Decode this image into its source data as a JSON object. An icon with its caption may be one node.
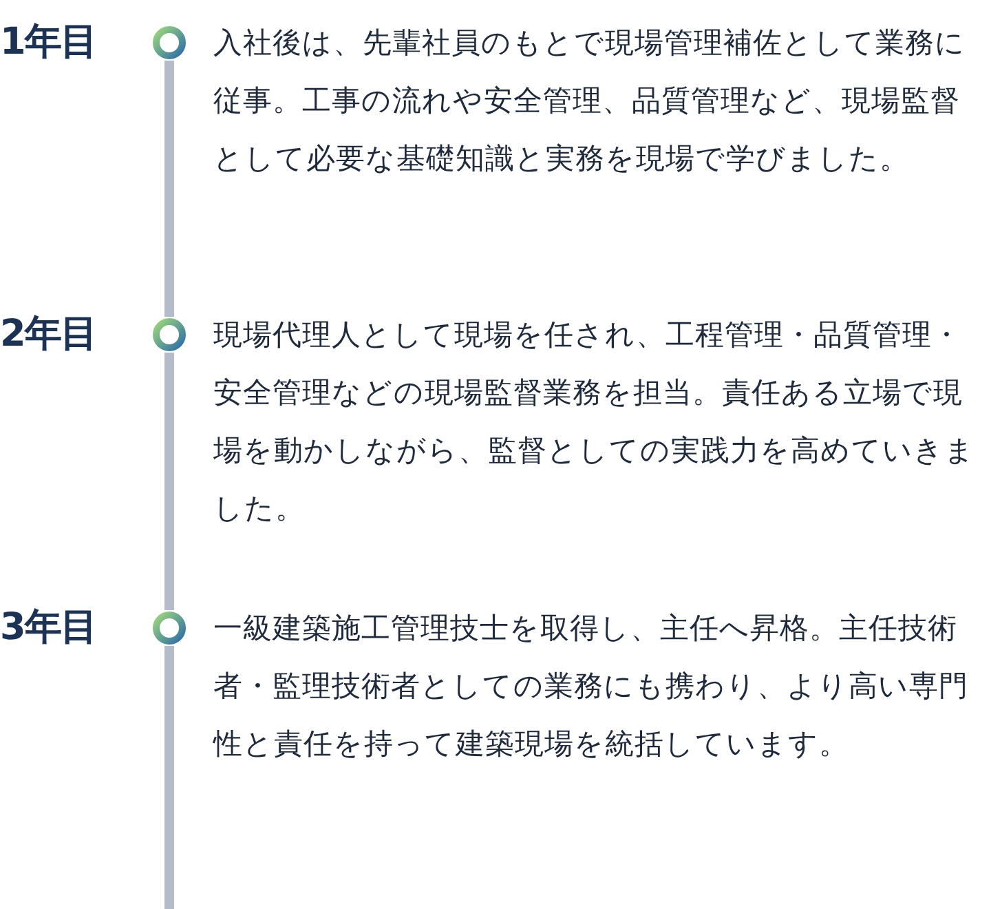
{
  "diagram": {
    "nodes": [
      {
        "text": [],
        "shape": "circle",
        "beside": [
          "1年目",
          "入社後は、先輩社員のもとで現場管理補佐として業務に従事。工事の流れや安全管理、品質管理など、現場監督として必要な基礎知識と実務を現場で学びました。"
        ]
      },
      {
        "text": [],
        "shape": "circle",
        "beside": [
          "2年目",
          "現場代理人として現場を任され、工程管理・品質管理・安全管理などの現場監督業務を担当。責任ある立場で現場を動かしながら、監督としての実践力を高めていきました。"
        ]
      },
      {
        "text": [],
        "shape": "circle",
        "beside": [
          "3年目",
          "一級建築施工管理技士を取得し、主任へ昇格。主任技術者・監理技術者としての業務にも携わり、より高い専門性と責任を持って建築現場を統括しています。"
        ]
      }
    ],
    "edges": [
      {
        "from": 0,
        "to": 1,
        "arrow": "none"
      },
      {
        "from": 1,
        "to": 2,
        "arrow": "none"
      },
      {
        "from": 2,
        "to": null,
        "arrow": "none"
      }
    ]
  }
}
